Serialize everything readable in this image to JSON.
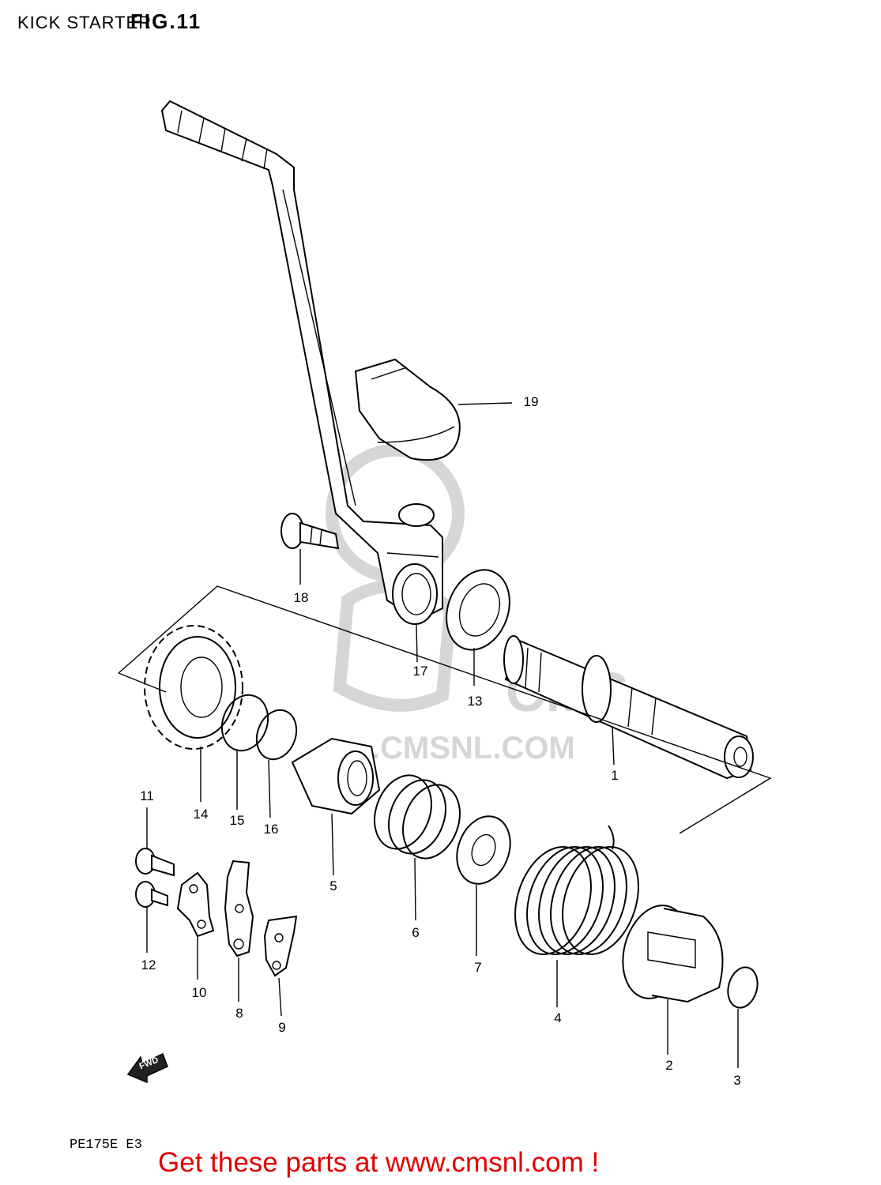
{
  "header": {
    "title": "KICK STARTER",
    "figure": "FIG.11"
  },
  "footer": {
    "model_code": "PE175E E3",
    "cta": "Get these parts at www.cmsnl.com !"
  },
  "watermark": {
    "text": ".CMSNL.COM"
  },
  "callouts": [
    {
      "id": "c19",
      "label": "19"
    },
    {
      "id": "c18",
      "label": "18"
    },
    {
      "id": "c17",
      "label": "17"
    },
    {
      "id": "c13",
      "label": "13"
    },
    {
      "id": "c1",
      "label": "1"
    },
    {
      "id": "c14",
      "label": "14"
    },
    {
      "id": "c15",
      "label": "15"
    },
    {
      "id": "c16",
      "label": "16"
    },
    {
      "id": "c11",
      "label": "11"
    },
    {
      "id": "c12",
      "label": "12"
    },
    {
      "id": "c10",
      "label": "10"
    },
    {
      "id": "c8",
      "label": "8"
    },
    {
      "id": "c9",
      "label": "9"
    },
    {
      "id": "c5",
      "label": "5"
    },
    {
      "id": "c6",
      "label": "6"
    },
    {
      "id": "c7",
      "label": "7"
    },
    {
      "id": "c4",
      "label": "4"
    },
    {
      "id": "c2",
      "label": "2"
    },
    {
      "id": "c3",
      "label": "3"
    }
  ],
  "fwd_label": "FWD"
}
